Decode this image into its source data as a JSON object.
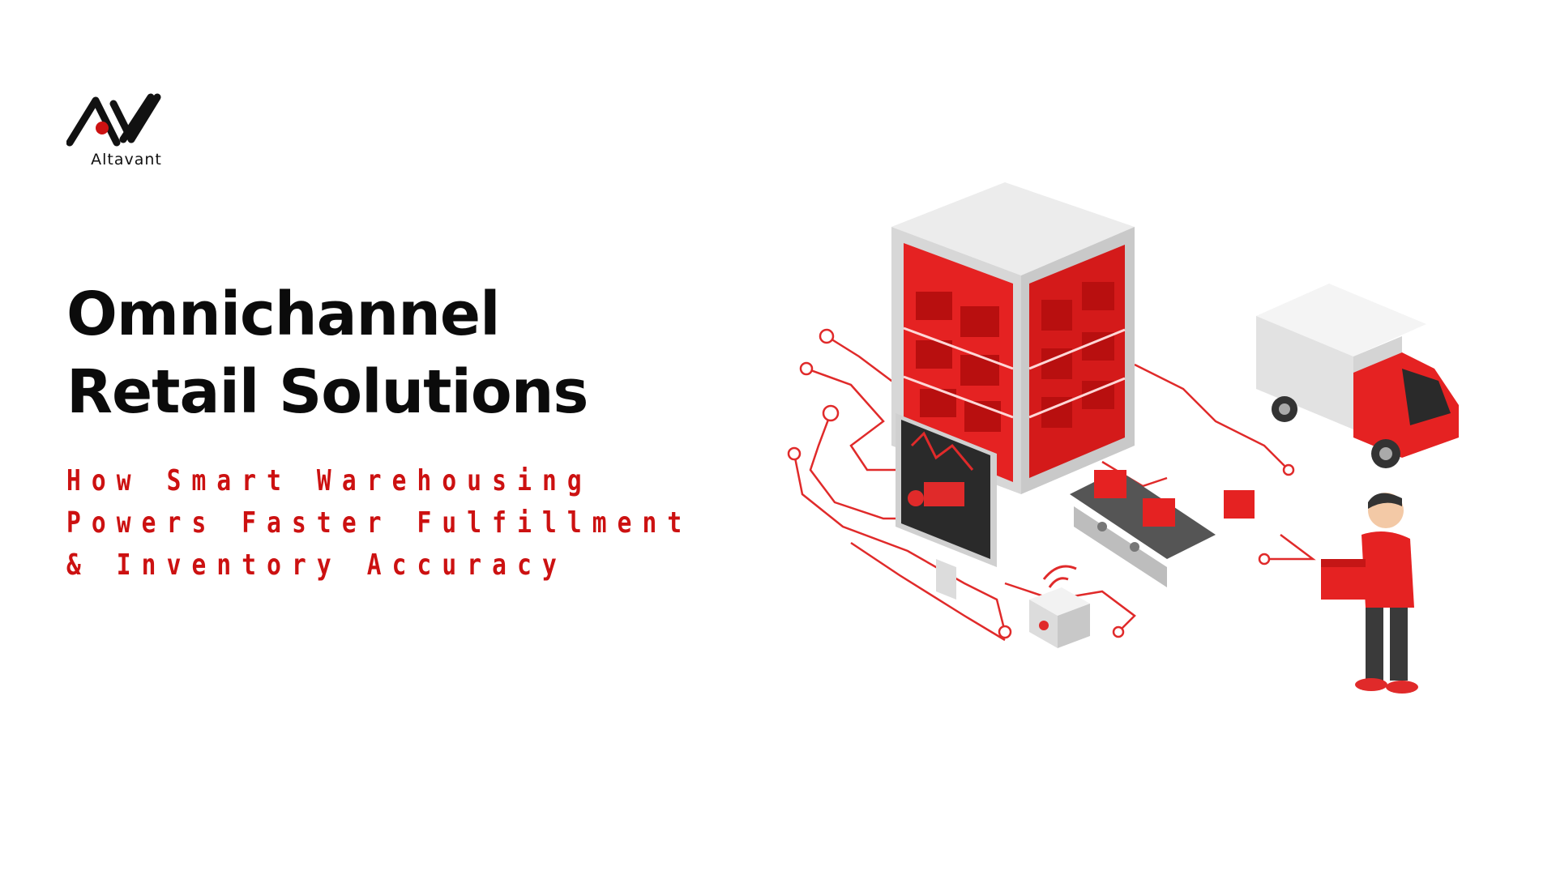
{
  "brand": {
    "name": "Altavant",
    "accent_color": "#cc1111",
    "icon": "altavant-logo-icon"
  },
  "hero": {
    "title_lines": [
      "Omnichannel",
      "Retail Solutions"
    ],
    "subtitle_lines": [
      "How Smart Warehousing",
      "Powers Faster Fulfillment",
      "& Inventory Accuracy"
    ]
  },
  "illustration": {
    "elements": [
      "warehouse-rack-icon",
      "delivery-truck-icon",
      "dashboard-monitor-icon",
      "conveyor-belt-icon",
      "wifi-sensor-icon",
      "worker-figure-icon",
      "circuit-lines"
    ]
  }
}
